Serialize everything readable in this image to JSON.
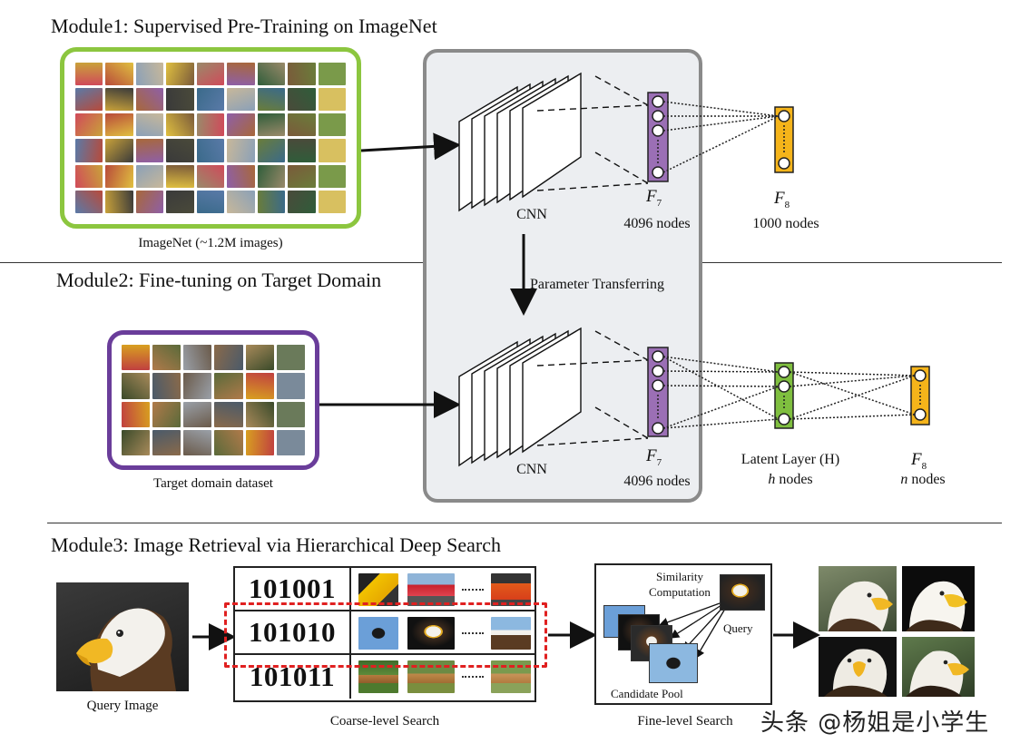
{
  "module1": {
    "title": "Module1: Supervised Pre-Training on ImageNet",
    "dataset_caption": "ImageNet (~1.2M images)",
    "cnn_label": "CNN",
    "f7_label": "F",
    "f7_sub": "7",
    "f7_nodes": "4096 nodes",
    "f8_label": "F",
    "f8_sub": "8",
    "f8_nodes": "1000 nodes",
    "frame_color": "#8cc63f"
  },
  "transfer_label": "Parameter Transferring",
  "module2": {
    "title": "Module2: Fine-tuning on Target Domain",
    "dataset_caption": "Target domain dataset",
    "cnn_label": "CNN",
    "f7_label": "F",
    "f7_sub": "7",
    "f7_nodes": "4096 nodes",
    "latent_label": "Latent Layer (H)",
    "latent_var": "h",
    "latent_nodes": " nodes",
    "f8_label": "F",
    "f8_sub": "8",
    "f8_var": "n",
    "f8_nodes": " nodes",
    "frame_color": "#6a3d9a"
  },
  "module3": {
    "title": "Module3: Image Retrieval via Hierarchical Deep Search",
    "query_caption": "Query Image",
    "codes": [
      "101001",
      "101010",
      "101011"
    ],
    "coarse_caption": "Coarse-level Search",
    "similarity_label_line1": "Similarity",
    "similarity_label_line2": "Computation",
    "query_label": "Query",
    "pool_label": "Candidate Pool",
    "fine_caption": "Fine-level Search"
  },
  "colors": {
    "f7_layer": "#9b6fb5",
    "f8_layer": "#f5b41a",
    "latent_layer": "#7fbf3f",
    "highlight": "#e02020"
  },
  "watermark": "头条 @杨姐是小学生"
}
